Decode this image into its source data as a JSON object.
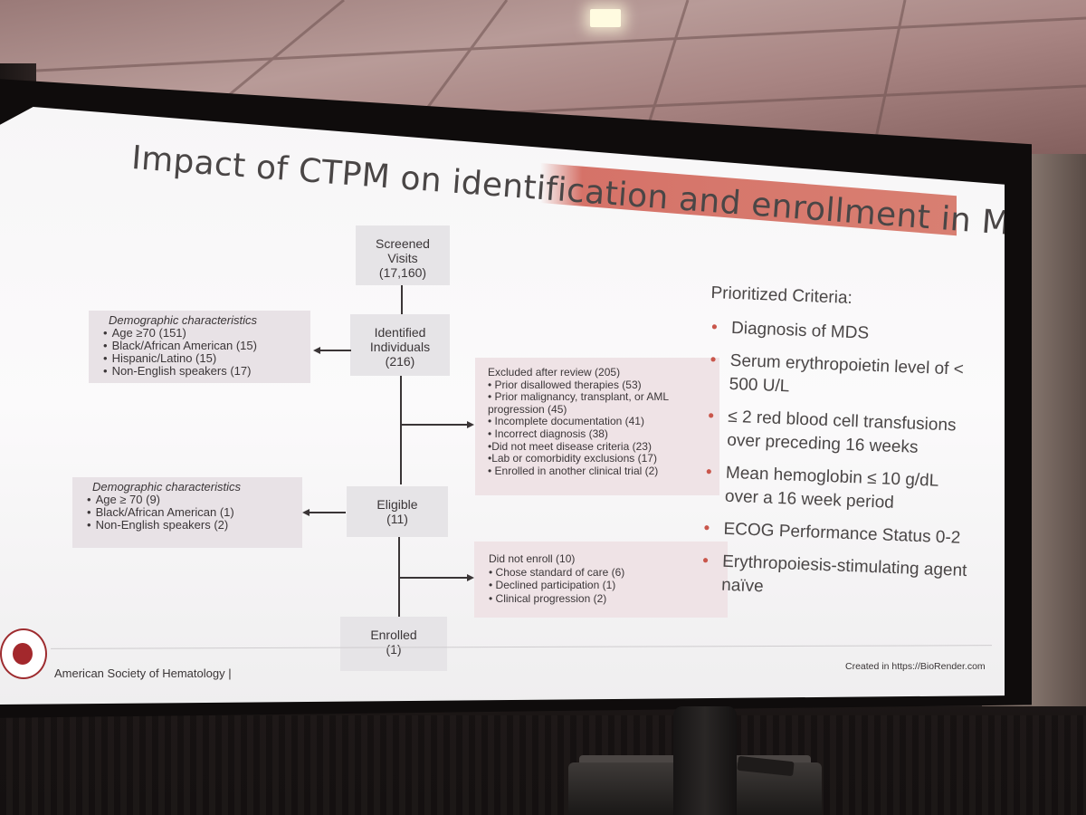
{
  "slide": {
    "title": "Impact of CTPM on identification and enrollment in MDS",
    "footer_org": "American Society of Hematology  |",
    "footer_credit": "Created in https://BioRender.com"
  },
  "flow": {
    "screened": [
      "Screened",
      "Visits",
      "(17,160)"
    ],
    "identified": [
      "Identified",
      "Individuals",
      "(216)"
    ],
    "eligible": [
      "Eligible",
      "(11)"
    ],
    "enrolled": [
      "Enrolled",
      "(1)"
    ]
  },
  "demographics_identified": {
    "heading": "Demographic characteristics",
    "items": [
      "Age ≥70 (151)",
      "Black/African American (15)",
      "Hispanic/Latino (15)",
      "Non-English speakers (17)"
    ]
  },
  "demographics_eligible": {
    "heading": "Demographic characteristics",
    "items": [
      "Age ≥ 70 (9)",
      "Black/African American (1)",
      "Non-English speakers (2)"
    ]
  },
  "excluded": {
    "heading": "Excluded after review (205)",
    "items": [
      "• Prior disallowed therapies (53)",
      "• Prior malignancy, transplant, or AML",
      "progression (45)",
      "• Incomplete documentation (41)",
      "• Incorrect diagnosis (38)",
      "•Did not meet disease criteria (23)",
      "•Lab or comorbidity exclusions (17)",
      "• Enrolled in another clinical trial (2)"
    ]
  },
  "not_enrolled": {
    "heading": "Did not enroll (10)",
    "items": [
      "• Chose standard of care (6)",
      "• Declined participation (1)",
      "• Clinical progression (2)"
    ]
  },
  "criteria": {
    "heading": "Prioritized Criteria:",
    "items": [
      "Diagnosis of MDS",
      "Serum erythropoietin level of < 500 U/L",
      "≤ 2 red blood cell transfusions over preceding 16 weeks",
      "Mean hemoglobin ≤ 10 g/dL over a 16 week period",
      "ECOG Performance Status 0-2",
      "Erythropoiesis-stimulating agent naïve"
    ]
  },
  "colors": {
    "accent": "#cf5b4f",
    "ash_red": "#a3282c"
  }
}
